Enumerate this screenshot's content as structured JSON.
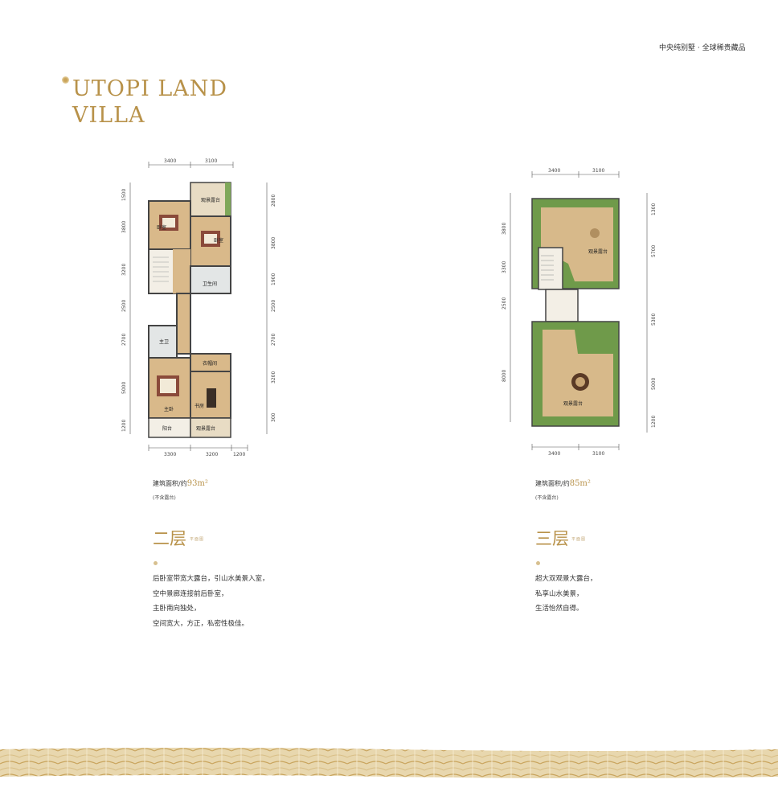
{
  "header": {
    "tagline": "中央纯别墅 · 全球稀贵藏品",
    "brand_line1": "UTOPI LAND",
    "brand_line2": "VILLA"
  },
  "floor2": {
    "area_prefix": "建筑面积/约",
    "area_value": "93m²",
    "area_note": "(不含露台)",
    "title": "二层",
    "subtitle": "平面图",
    "description": [
      "后卧室带宽大露台，引山水美景入室，",
      "空中景廊连接前后卧室，",
      "主卧南向独处，",
      "空间宽大，方正，私密性极佳。"
    ],
    "dims_top": [
      "3400",
      "3100"
    ],
    "dims_bottom": [
      "3300",
      "3200",
      "1200"
    ],
    "dims_left": [
      "1500",
      "3800",
      "3200",
      "2500",
      "2700",
      "5000",
      "1200"
    ],
    "dims_right": [
      "2800",
      "3800",
      "1900",
      "2500",
      "2700",
      "3200",
      "300"
    ],
    "rooms": {
      "terrace_top": "观景露台",
      "bedroom1": "卧室",
      "bedroom2": "卧室",
      "bath": "卫生间",
      "bath2": "主卫",
      "closet": "衣帽间",
      "master": "主卧",
      "study": "书房",
      "balcony": "阳台",
      "terrace_bottom": "观景露台"
    }
  },
  "floor3": {
    "area_prefix": "建筑面积/约",
    "area_value": "85m²",
    "area_note": "(不含露台)",
    "title": "三层",
    "subtitle": "平面图",
    "description": [
      "超大双观景大露台，",
      "私享山水美景，",
      "生活怡然自得。"
    ],
    "dims_top": [
      "3400",
      "3100"
    ],
    "dims_bottom": [
      "3400",
      "3100"
    ],
    "dims_left": [
      "3800",
      "3300",
      "2500",
      "8000"
    ],
    "dims_right": [
      "1300",
      "5700",
      "5300",
      "5000",
      "1200"
    ],
    "rooms": {
      "terrace_top": "观景露台",
      "terrace_bottom": "观景露台"
    }
  },
  "colors": {
    "gold": "#b8924a",
    "wood": "#d9b98a",
    "green": "#6f9a4a"
  }
}
